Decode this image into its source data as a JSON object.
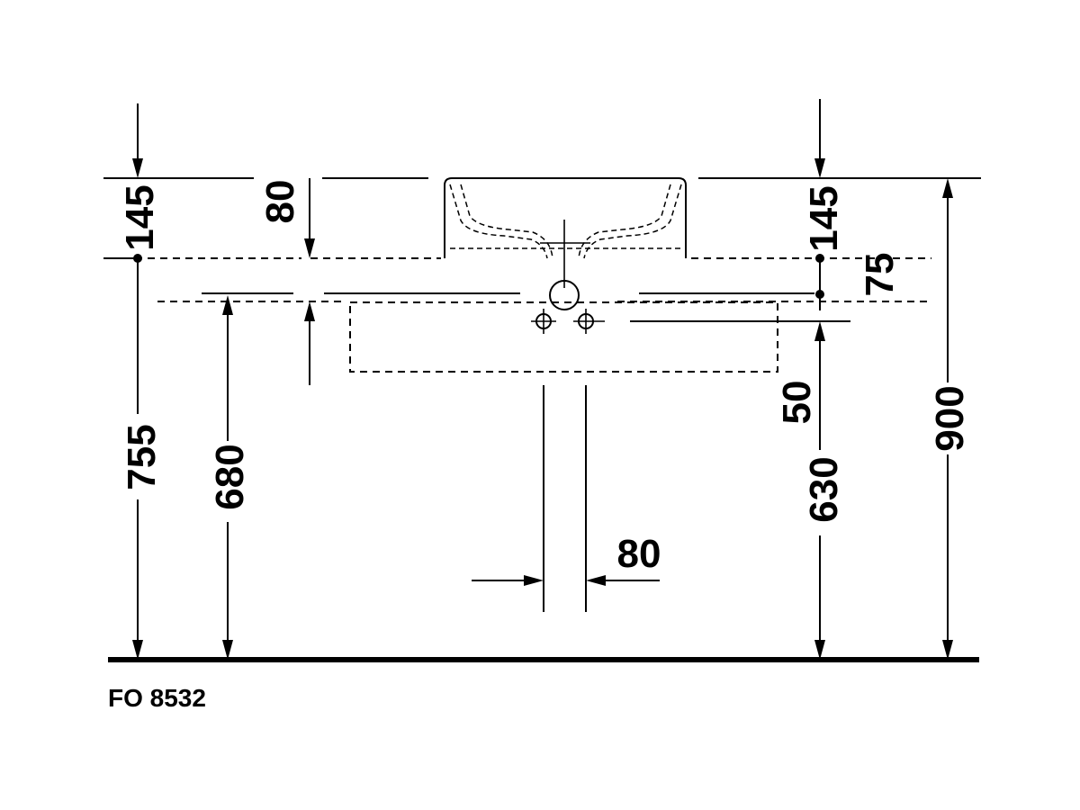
{
  "drawing": {
    "product_code": "FO 8532",
    "dimensions": {
      "left_top": "145",
      "left_mid": "80",
      "right_top": "145",
      "right_mid": "75",
      "left_floor": "755",
      "mid_floor": "680",
      "right_gap": "50",
      "right_floor": "630",
      "total_height": "900",
      "pipe_width": "80"
    }
  }
}
